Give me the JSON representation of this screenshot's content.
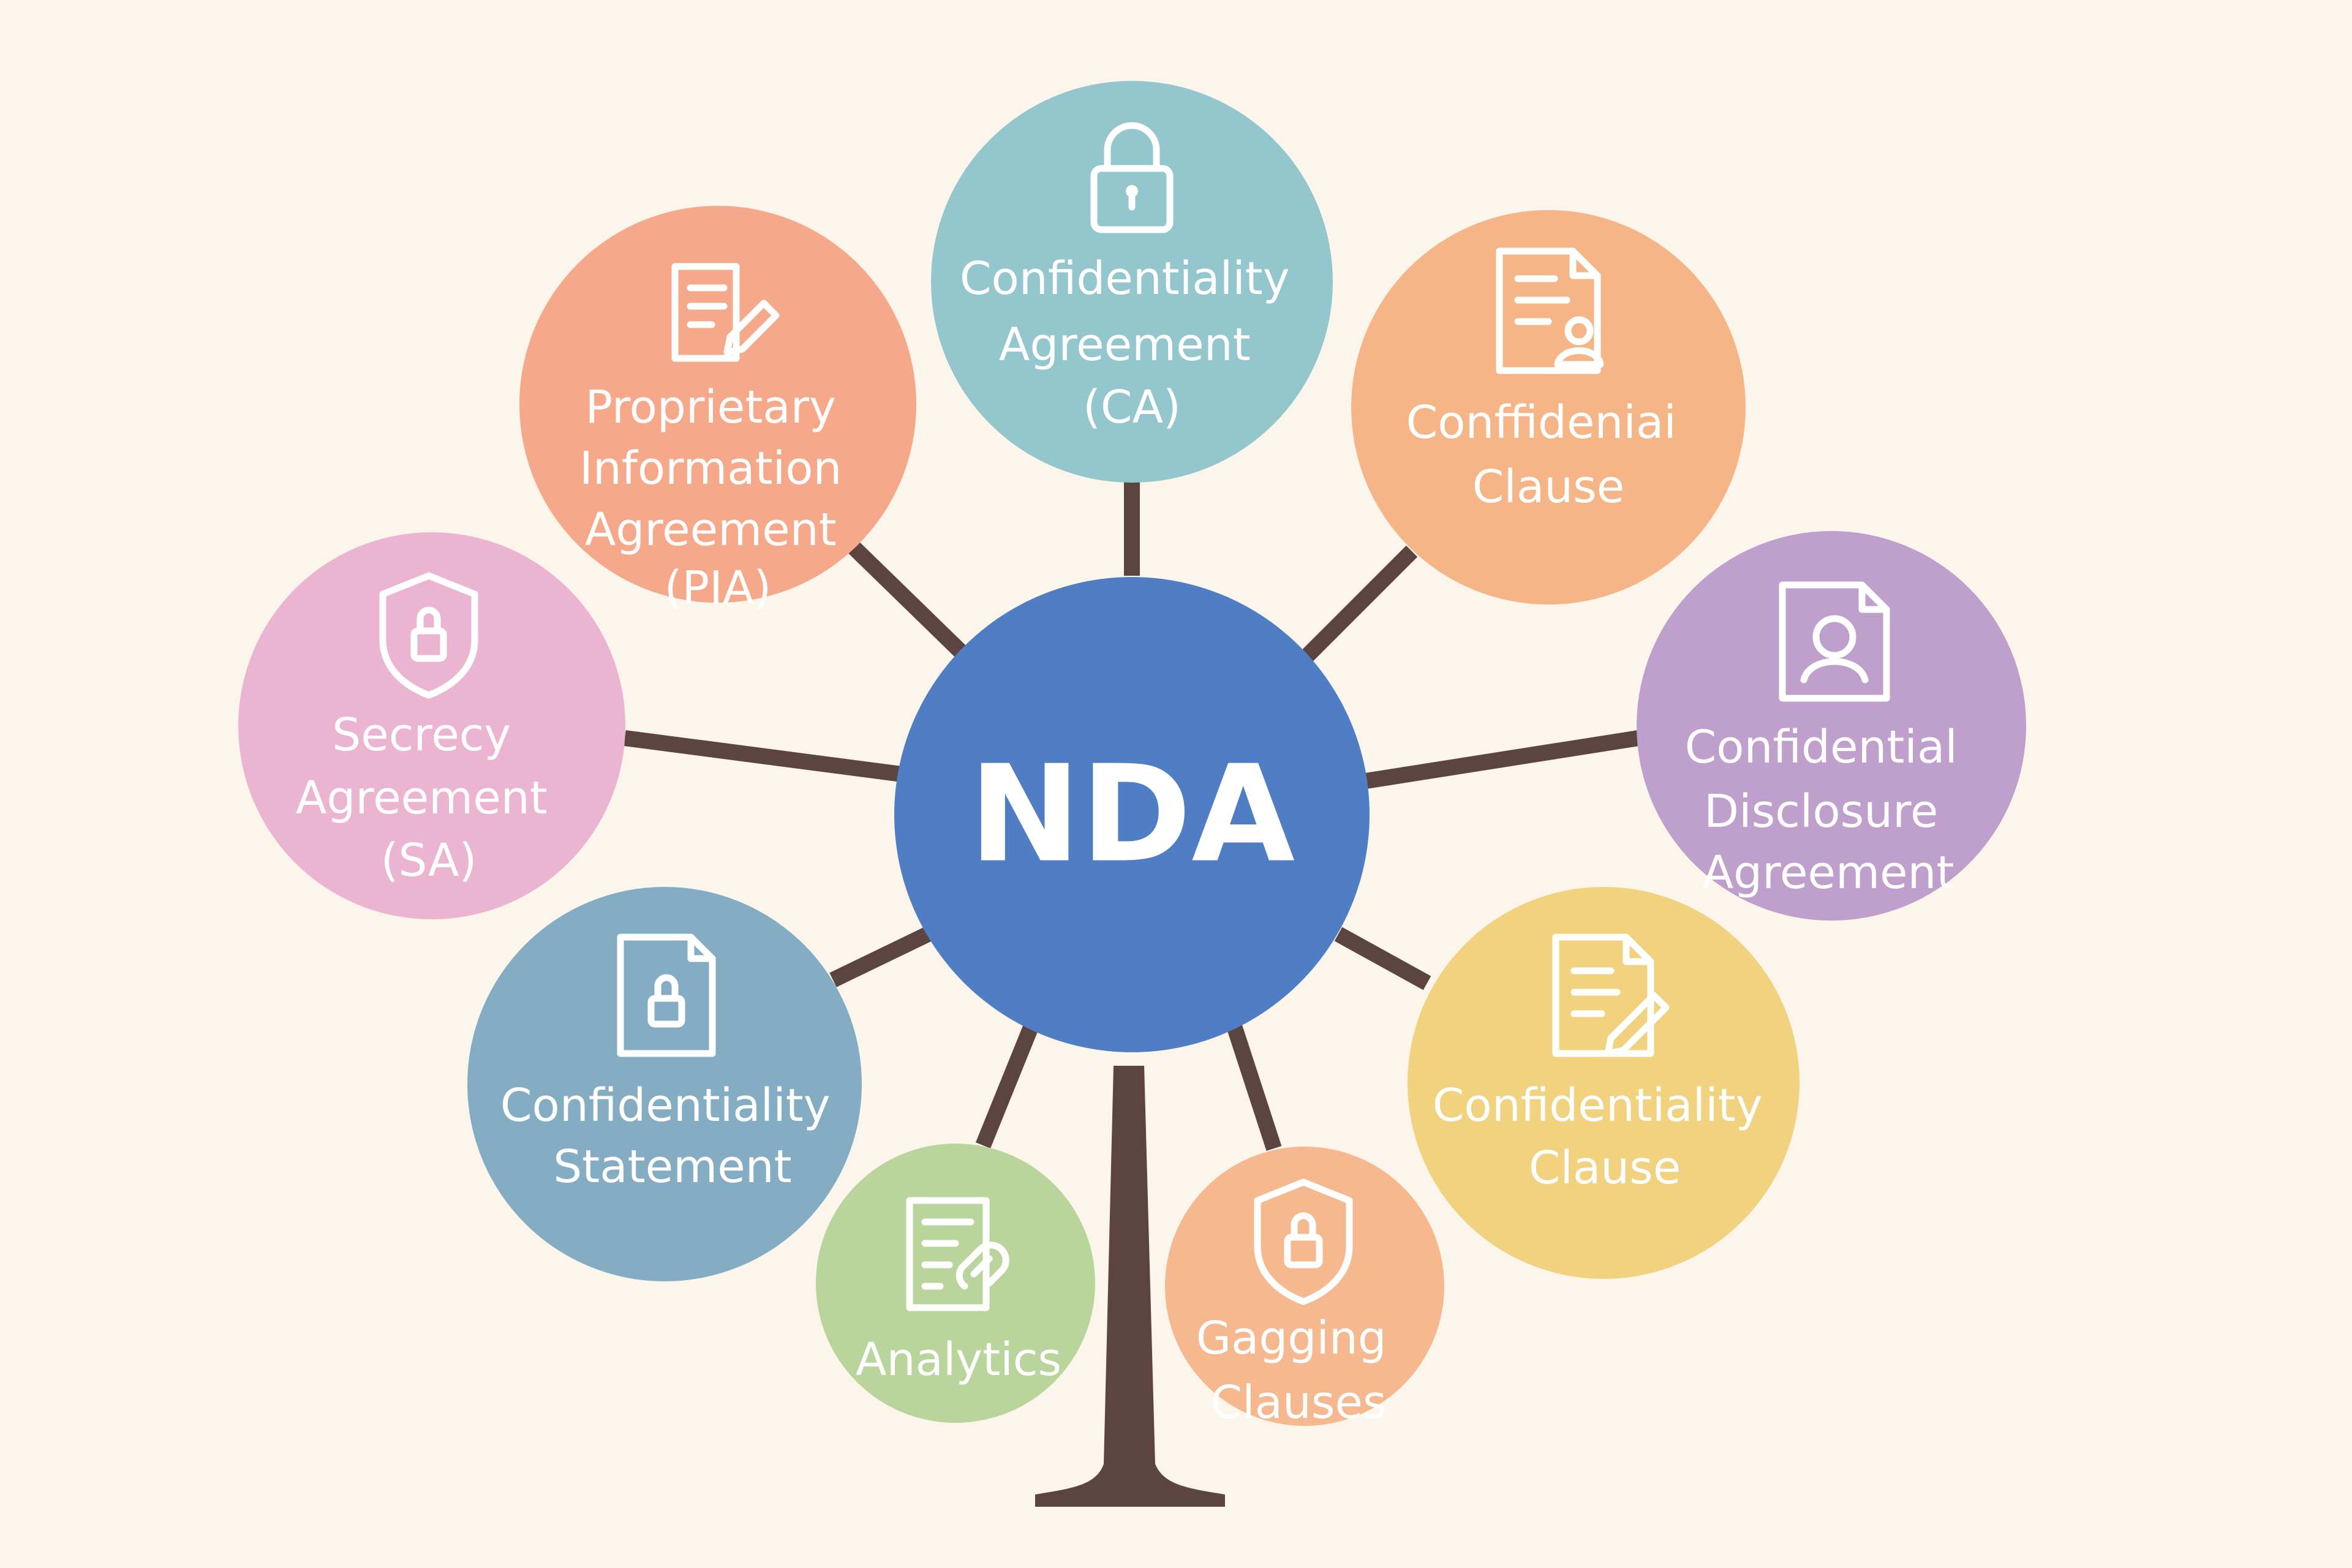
{
  "hub": {
    "label": "NDA",
    "color": "#4f7ec4"
  },
  "branch_color": "#5c4540",
  "nodes": [
    {
      "id": "pia",
      "lines": [
        "Proprietary",
        "Information",
        "Agreement",
        "(PIA)"
      ],
      "icon": "document-edit-icon",
      "color": "#f6a98a"
    },
    {
      "id": "ca",
      "lines": [
        "Confidentiality",
        "Agreement",
        "(CA)"
      ],
      "icon": "lock-icon",
      "color": "#93c6cd"
    },
    {
      "id": "cclause1",
      "lines": [
        "Conffideniai",
        "Clause"
      ],
      "icon": "document-person-icon",
      "color": "#f6b587"
    },
    {
      "id": "sa",
      "lines": [
        "Secrecy",
        "Agreement",
        "(SA)"
      ],
      "icon": "shield-lock-icon",
      "color": "#ebb5d2"
    },
    {
      "id": "cda",
      "lines": [
        "Confidential",
        "Disclosure",
        "Agreement"
      ],
      "icon": "document-user-icon",
      "color": "#bf9fcb"
    },
    {
      "id": "cs",
      "lines": [
        "Confidentiality",
        "Statement"
      ],
      "icon": "document-lock-icon",
      "color": "#84adc3"
    },
    {
      "id": "cclause2",
      "lines": [
        "Confidentiality",
        "Clause"
      ],
      "icon": "document-edit-icon",
      "color": "#f1d27e"
    },
    {
      "id": "analytics",
      "lines": [
        "Analytics"
      ],
      "icon": "document-link-icon",
      "color": "#bad59c"
    },
    {
      "id": "gagging",
      "lines": [
        "Gagging",
        "Clauses"
      ],
      "icon": "shield-lock-icon",
      "color": "#f5b88f"
    }
  ]
}
